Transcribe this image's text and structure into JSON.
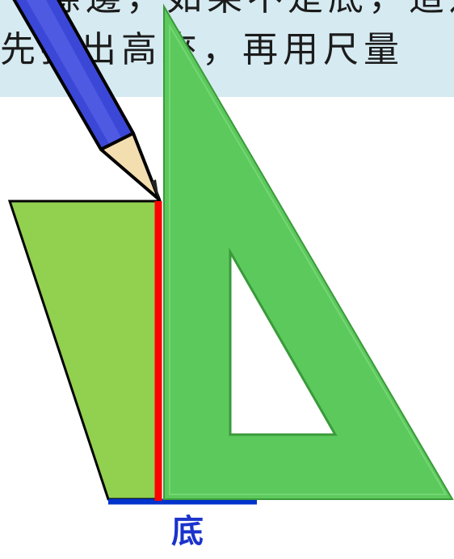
{
  "caption": {
    "line1": "一條邊，如果不是底，這邊",
    "line2": "先找出高來，再用尺量"
  },
  "labels": {
    "base": "底"
  },
  "colors": {
    "caption_band": "#d6eaf1",
    "parallelogram": "#92d050",
    "height_line": "#ff0000",
    "base_line": "#0033cc",
    "base_label": "#1a33cc",
    "set_square": "#5cc95c",
    "pencil_body": "#3b47d6"
  }
}
